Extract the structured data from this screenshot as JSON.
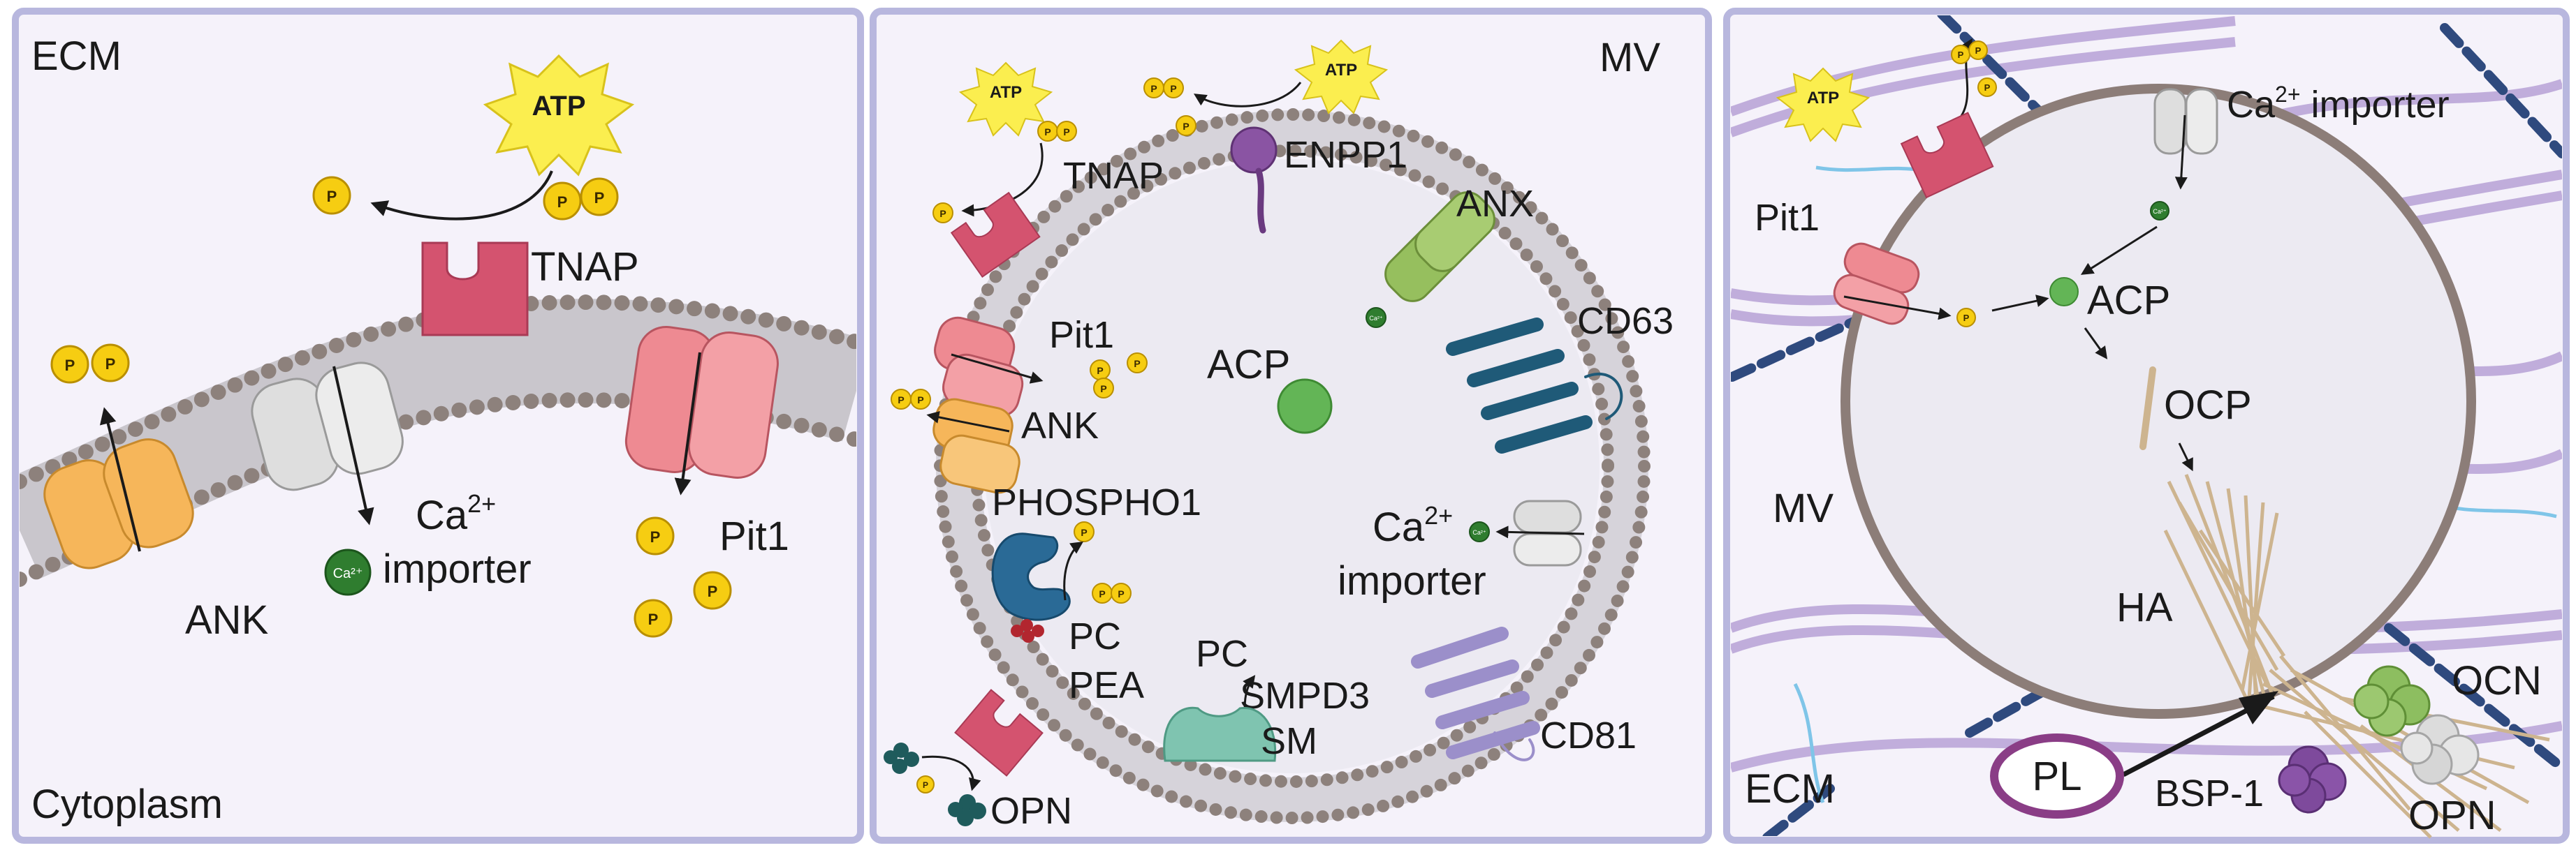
{
  "colors": {
    "panel_border": "#b8b7de",
    "panel_fill": "#f5f2fa",
    "vesicle_fill": "#eceaf2",
    "vesicle_rim": "#8c7d78",
    "phosphate": "#f6cd12",
    "atp_star": "#fbee4f",
    "tnap": "#d4536f",
    "ank": "#f6b65a",
    "pit1": "#ee8a92",
    "importer": "#dedede",
    "enpp1": "#8a54a3",
    "anx": "#96bf5e",
    "cd63": "#1f5a78",
    "cd81": "#9b8fca",
    "phospho1": "#2a6a96",
    "smpd3": "#7fc4b0",
    "ocn": "#8dbe60",
    "bsp1": "#7e4a9c",
    "pl": "#8a3d86",
    "calcium": "#2f7d2f",
    "acp": "#63b556",
    "collagen": "#b7a2d6",
    "ha": "#cdb48f"
  },
  "icons": [
    "atp-star-icon",
    "phosphate-icon",
    "calcium-ion-icon",
    "channel-icon",
    "membrane-icon",
    "collagen-fibril-icon",
    "crystal-icon"
  ],
  "panel1": {
    "ecm_label": "ECM",
    "cytoplasm_label": "Cytoplasm",
    "atp": "ATP",
    "p": "P",
    "tnap_label": "TNAP",
    "ank_label": "ANK",
    "ca_label": "Ca",
    "ca_sup": "2+",
    "importer_label": "importer",
    "pit1_label": "Pit1",
    "ca_ion": "Ca²⁺"
  },
  "panel2": {
    "mv_label": "MV",
    "atp": "ATP",
    "p": "P",
    "tnap_label": "TNAP",
    "enpp1_label": "ENPP1",
    "anx_label": "ANX",
    "cd63_label": "CD63",
    "pit1_label": "Pit1",
    "acp_label": "ACP",
    "ank_label": "ANK",
    "phospho1_label": "PHOSPHO1",
    "pc_label": "PC",
    "pea_label": "PEA",
    "ca_label": "Ca",
    "ca_sup": "2+",
    "importer_label": "importer",
    "pc2_label": "PC",
    "smpd3_label": "SMPD3",
    "sm_label": "SM",
    "cd81_label": "CD81",
    "opn_label": "OPN",
    "ca_ion": "Ca²⁺"
  },
  "panel3": {
    "atp": "ATP",
    "p": "P",
    "ca_label": "Ca",
    "ca_sup": "2+",
    "importer_label": " importer",
    "pit1_label": "Pit1",
    "acp_label": "ACP",
    "ocp_label": "OCP",
    "mv_label": "MV",
    "ha_label": "HA",
    "ocn_label": "OCN",
    "ecm_label": "ECM",
    "pl_label": "PL",
    "bsp1_label": "BSP-1",
    "opn_label": "OPN",
    "ca_ion": "Ca²⁺"
  }
}
